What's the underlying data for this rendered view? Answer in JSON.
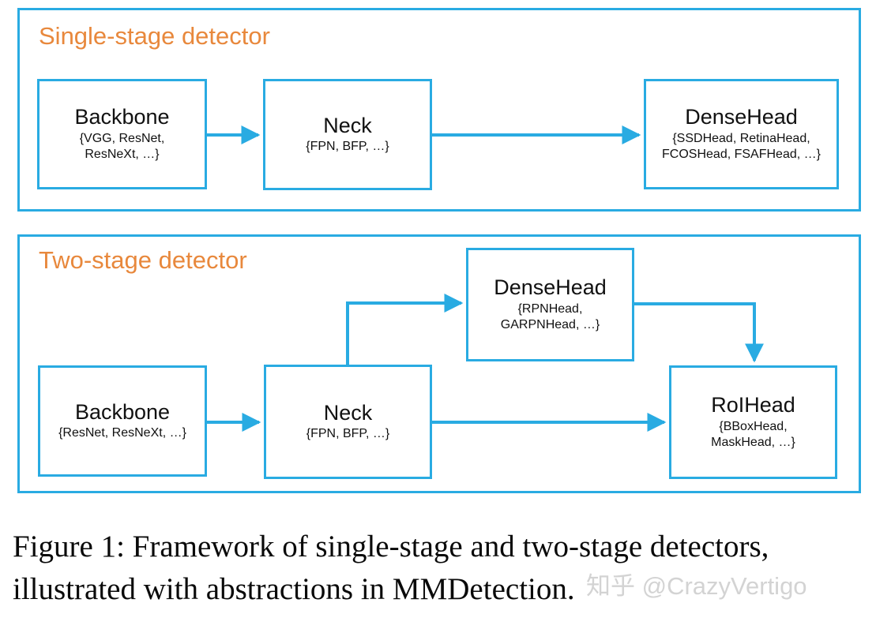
{
  "colors": {
    "accent_blue": "#29abe2",
    "title_orange": "#e8883c",
    "text_black": "#111111",
    "watermark_gray": "#cccccc"
  },
  "diagram": {
    "single_stage": {
      "title": "Single-stage detector",
      "boxes": [
        {
          "name": "Backbone",
          "sub": "{VGG, ResNet,\nResNeXt, …}"
        },
        {
          "name": "Neck",
          "sub": "{FPN, BFP, …}"
        },
        {
          "name": "DenseHead",
          "sub": "{SSDHead, RetinaHead,\nFCOSHead, FSAFHead, …}"
        }
      ],
      "flow": [
        "Backbone -> Neck",
        "Neck -> DenseHead"
      ]
    },
    "two_stage": {
      "title": "Two-stage detector",
      "boxes": [
        {
          "name": "Backbone",
          "sub": "{ResNet, ResNeXt, …}"
        },
        {
          "name": "Neck",
          "sub": "{FPN, BFP, …}"
        },
        {
          "name": "DenseHead",
          "sub": "{RPNHead,\nGARPNHead, …}"
        },
        {
          "name": "RoIHead",
          "sub": "{BBoxHead,\nMaskHead, …}"
        }
      ],
      "flow": [
        "Backbone -> Neck",
        "Neck -> DenseHead",
        "Neck -> RoIHead",
        "DenseHead -> RoIHead"
      ]
    }
  },
  "caption": {
    "text": "Figure 1: Framework of single-stage and two-stage detectors, illustrated with abstractions in MMDetection."
  },
  "watermark": {
    "text": "知乎 @CrazyVertigo"
  }
}
